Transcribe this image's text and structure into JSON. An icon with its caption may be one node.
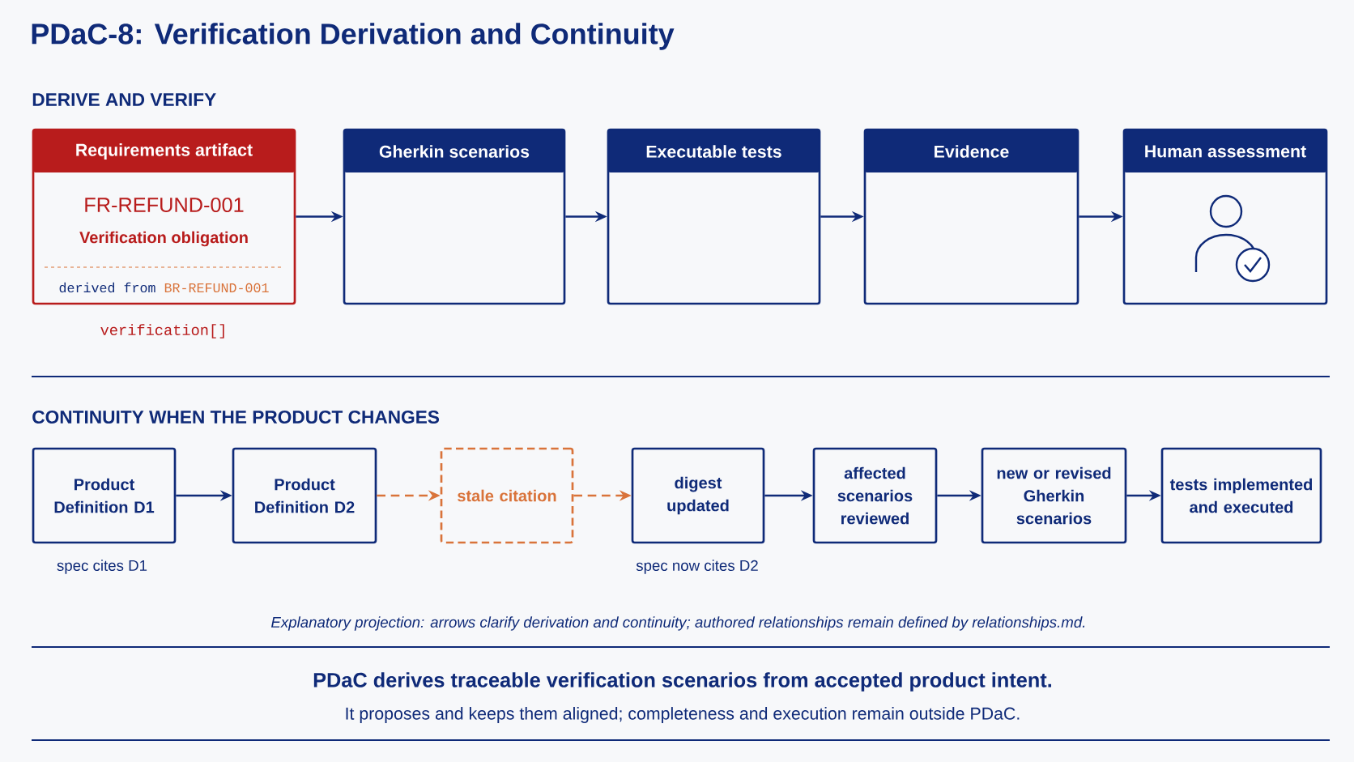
{
  "diagram": {
    "title": "PDaC-8: Verification Derivation and Continuity",
    "nodes": [
      {
        "text": [
          "Requirements artifact",
          "FR-REFUND-001",
          "Verification obligation",
          "derived from",
          "BR-REFUND-001"
        ],
        "beside": [
          "verification[]"
        ]
      },
      {
        "text": [
          "Gherkin scenarios"
        ]
      },
      {
        "text": [
          "Executable tests"
        ]
      },
      {
        "text": [
          "Evidence"
        ]
      },
      {
        "text": [
          "Human assessment"
        ]
      },
      {
        "text": [
          "Product Definition D1"
        ],
        "beside": [
          "spec cites D1"
        ]
      },
      {
        "text": [
          "Product Definition D2"
        ]
      },
      {
        "text": [
          "stale citation"
        ]
      },
      {
        "text": [
          "digest updated"
        ],
        "beside": [
          "spec now cites D2"
        ]
      },
      {
        "text": [
          "affected scenarios reviewed"
        ]
      },
      {
        "text": [
          "new or revised Gherkin scenarios"
        ]
      },
      {
        "text": [
          "tests implemented and executed"
        ]
      }
    ],
    "edges": [
      {
        "from": 0,
        "to": 1,
        "arrow": "to"
      },
      {
        "from": 1,
        "to": 2,
        "arrow": "to"
      },
      {
        "from": 2,
        "to": 3,
        "arrow": "to"
      },
      {
        "from": 3,
        "to": 4,
        "arrow": "to"
      },
      {
        "from": 5,
        "to": 6,
        "arrow": "to"
      },
      {
        "from": 6,
        "to": 7,
        "arrow": "to",
        "style": "dashed",
        "color": "#d9733a"
      },
      {
        "from": 7,
        "to": 8,
        "arrow": "to",
        "style": "dashed",
        "color": "#d9733a"
      },
      {
        "from": 8,
        "to": 9,
        "arrow": "to"
      },
      {
        "from": 9,
        "to": 10,
        "arrow": "to"
      },
      {
        "from": 10,
        "to": 11,
        "arrow": "to"
      }
    ],
    "labels": [
      "DERIVE AND VERIFY",
      "CONTINUITY WHEN THE PRODUCT CHANGES",
      "Explanatory projection: arrows clarify derivation and continuity; authored relationships remain defined by relationships.md.",
      "PDaC derives traceable verification scenarios from accepted product intent.",
      "It proposes and keeps them aligned; completeness and execution remain outside PDaC."
    ]
  }
}
